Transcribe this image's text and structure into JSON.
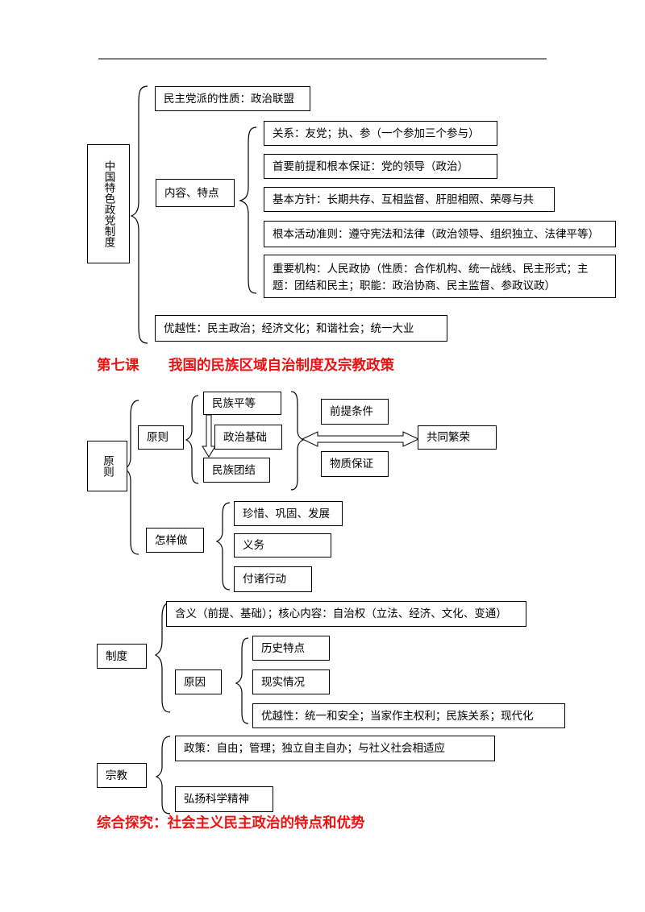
{
  "section_top": {
    "root": "中国特色政党制度",
    "nature": "民主党派的性质：政治联盟",
    "content": "内容、特点",
    "items": [
      "关系：友党；执、参（一个参加三个参与）",
      "首要前提和根本保证：党的领导（政治）",
      "基本方针：长期共存、互相监督、肝胆相照、荣辱与共",
      "根本活动准则：遵守宪法和法律（政治领导、组织独立、法律平等）",
      "重要机构：人民政协（性质：合作机构、统一战线、民主形式；主题：团结和民主；职能：政治协商、民主监督、参政议政）"
    ],
    "superiority": "优越性：民主政治；经济文化；和谐社会；统一大业"
  },
  "heading_lesson7": "第七课      我国的民族区域自治制度及宗教政策",
  "section_principle": {
    "root": "原则",
    "principle": "原则",
    "equality": "民族平等",
    "politics": "政治基础",
    "unity": "民族团结",
    "precondition": "前提条件",
    "material": "物质保证",
    "prosperity": "共同繁荣",
    "how": "怎样做",
    "how_items": [
      "珍惜、巩固、发展",
      "义务",
      "付诸行动"
    ]
  },
  "section_system": {
    "root": "制度",
    "meaning": "含义（前提、基础）；核心内容：自治权（立法、经济、文化、变通）",
    "reason": "原因",
    "reason_items": [
      "历史特点",
      "现实情况",
      "优越性：统一和安全；当家作主权利；民族关系；现代化"
    ]
  },
  "section_religion": {
    "root": "宗教",
    "policy": "政策：自由；管理；独立自主自办；与社义社会相适应",
    "science": "弘扬科学精神"
  },
  "heading_synthesis": "综合探究：社会主义民主政治的特点和优势"
}
